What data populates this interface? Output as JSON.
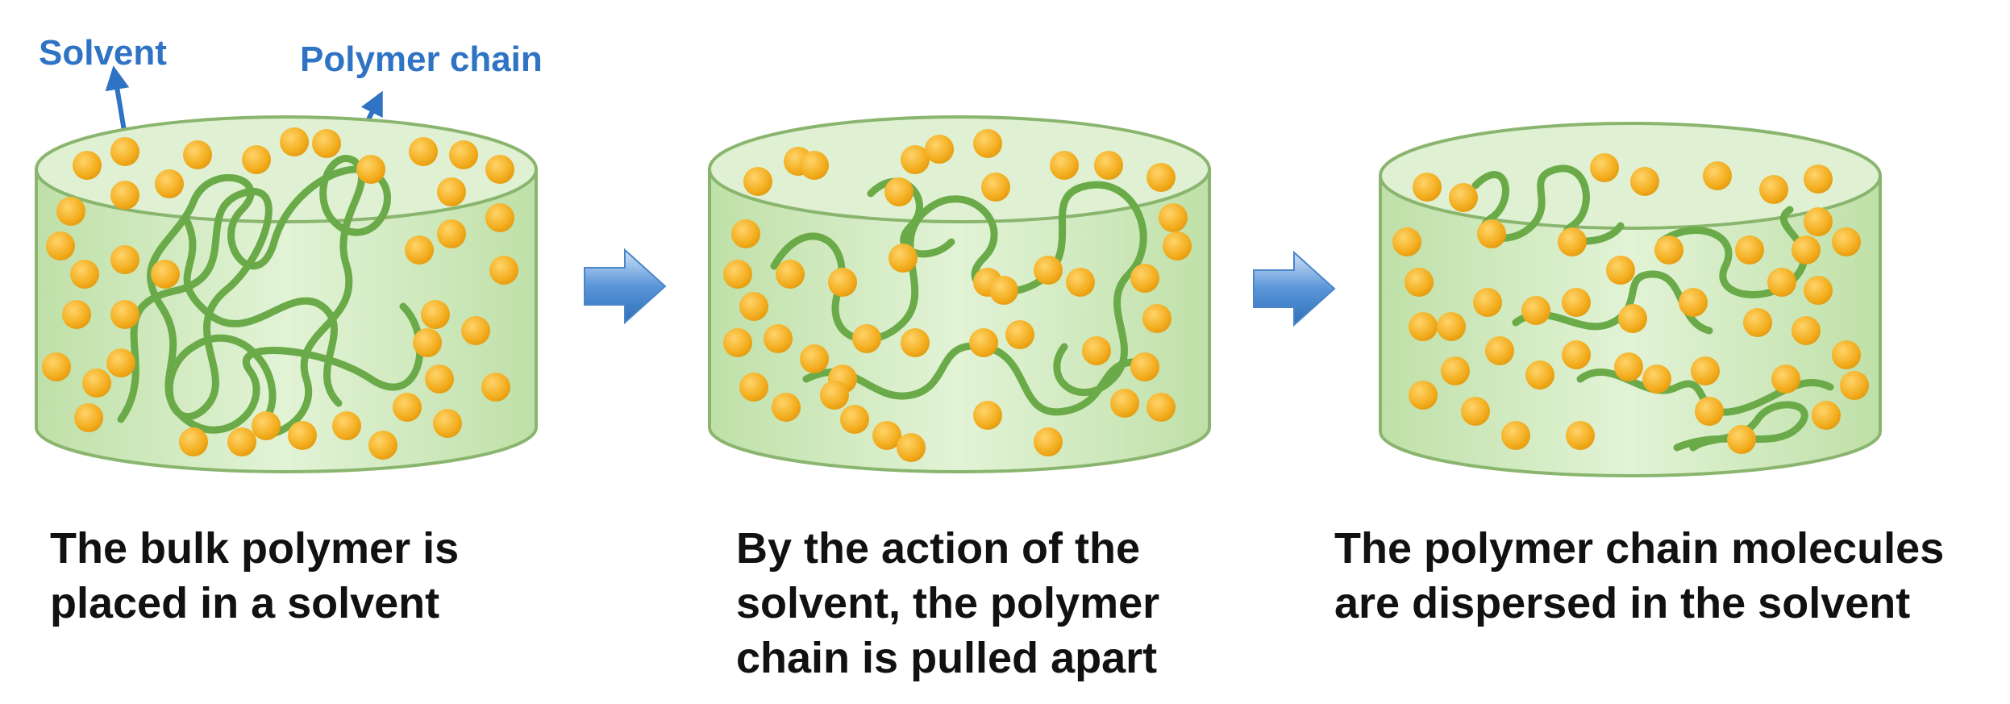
{
  "labels": {
    "solvent": "Solvent",
    "polymer_chain": "Polymer chain"
  },
  "captions": [
    "The bulk polymer is\nplaced in a solvent",
    "By the action of the\nsolvent, the polymer\nchain is pulled apart",
    "The polymer chain molecules\nare dispersed in the solvent"
  ],
  "colors": {
    "label_blue": "#2f73c4",
    "solution_green": "#d3ecc2",
    "rim_green": "#8ab56e",
    "chain_green": "#6aaa48",
    "solvent_orange": "#f3ad1e",
    "arrow_blue": "#5a95d8",
    "caption_text": "#111111"
  },
  "icons": [
    "right-arrow-icon",
    "callout-arrow-icon"
  ]
}
